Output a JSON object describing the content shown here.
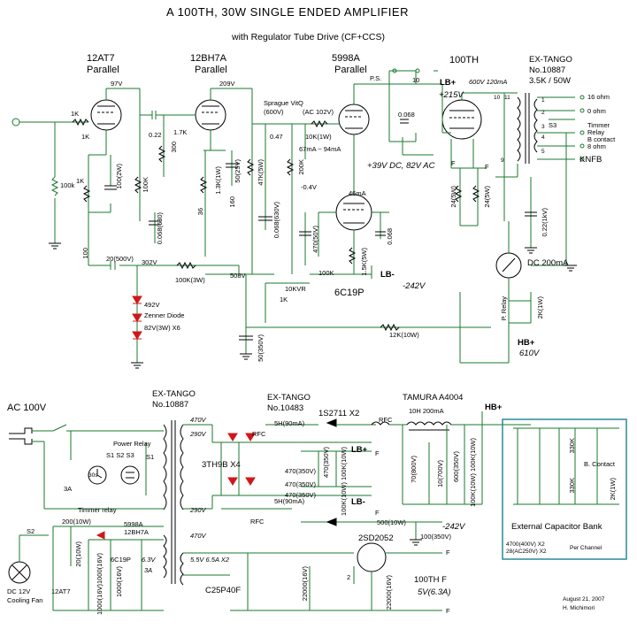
{
  "title": "A 100TH, 30W SINGLE ENDED AMPLIFIER",
  "subtitle": "with Regulator Tube Drive (CF+CCS)",
  "tubes": {
    "t1_name": "12AT7",
    "t1_sub": "Parallel",
    "t2_name": "12BH7A",
    "t2_sub": "Parallel",
    "t3_name": "5998A",
    "t3_sub": "Parallel",
    "t4_name": "100TH",
    "t5_name": "6C19P"
  },
  "transformer_top": {
    "name": "EX-TANGO",
    "model": "No.10887",
    "spec": "3.5K / 50W"
  },
  "outputs": {
    "o1": "16 ohm",
    "o2": "0 ohm",
    "o3": "Timmer",
    "o4": "Relay",
    "o5": "B contact",
    "o6": "8 ohm",
    "knfb": "KNFB",
    "s3": "S3"
  },
  "amp_labels": {
    "v97": "97V",
    "v209": "209V",
    "r1k_a": "1K",
    "r1k_b": "1K",
    "r1k_c": "1K",
    "r100k": "100k",
    "c022": "0.22",
    "r17k": "1.7K",
    "r100k2": "100K",
    "c047": "0.47",
    "r100kw": "100(2W)",
    "sprague": "Sprague VitQ",
    "sprague_v": "(600V)",
    "ac102": "(AC 102V)",
    "r10k1w": "10K(1W)",
    "r200k": "200K",
    "v_neg04": "-0.4V",
    "cur_67": "67mA ~ 94mA",
    "cur_46": "46mA",
    "c470_50": "470(50V)",
    "r15k5w": "1.5K(5W)",
    "c0068a": "0.068",
    "c0068b": "0.068",
    "ps": "P.S.",
    "r10": "10",
    "lb_plus": "LB+",
    "v215": "+215V",
    "v600": "600V 120mA",
    "v39": "+39V DC, 82V  AC",
    "f_a": "F",
    "f_b": "F",
    "r24k5w_a": "24(5W)",
    "r24k5w_b": "24(5W)",
    "c022_1k": "0.22(1kV)",
    "meter": "DC 200mA",
    "prelay": "P. Relay",
    "r2k1w": "2K(1W)",
    "hb_plus": "HB+",
    "v610": "610V",
    "r12k10w": "12K(10W)",
    "r100k_b": "100K",
    "r10kvr": "10KVR",
    "r1k_d": "1K",
    "lb_minus": "LB-",
    "v_neg242": "-242V",
    "c20_500": "20(500V)",
    "v302": "302V",
    "r100k3w": "100K(3W)",
    "v508": "508V",
    "r100": "100",
    "v492": "492V",
    "zener": "Zenner Diode",
    "zener2": "82V(3W) X6",
    "c50_350": "50(350V)",
    "r1k3_1w": "1.3K(1W)",
    "r36": "36",
    "c15_50": "50(25V)",
    "r160": "160",
    "c47k5w": "47K(5W)",
    "c0068_630": "0.068(630)",
    "c0068_600": "0.068(630V)",
    "r100k_d": "100K",
    "r100s": "100(2W)",
    "r300": "300",
    "n10": "10",
    "n11": "11",
    "n1": "1",
    "n2": "2",
    "n3": "3",
    "n4": "4",
    "n5": "5",
    "n9": "9"
  },
  "psu_labels": {
    "ac100": "AC 100V",
    "ex_tango": "EX-TANGO",
    "no10887": "No.10887",
    "v470a": "470V",
    "v290a": "290V",
    "rfc_a": "RFC",
    "rfc_b": "RFC",
    "rfc_c": "RFC",
    "diodes": "3TH9B X4",
    "v290b": "290V",
    "v470b": "470V",
    "ex_tango2": "EX-TANGO",
    "no10483": "No.10483",
    "l5h90": "5H(90mA)",
    "l5h90b": "5H(90mA)",
    "d1s2711": "1S2711 X2",
    "tamura": "TAMURA A4004",
    "l10h": "10H 200mA",
    "hb_plus2": "HB+",
    "c470_350a": "470(350V)",
    "c470_350b": "470(350V)",
    "c470_350c": "470(350V)",
    "c470_350d": "470(350V)",
    "r100k10w_a": "100K(10W)",
    "r100k10w_b": "100K(10W)",
    "lb_plus2": "LB+",
    "lb_minus2": "LB-",
    "v_neg242b": "-242V",
    "r500_10w": "500(10W)",
    "c100_350": "100(350V)",
    "c70_800": "70(800V)",
    "c10_700": "10(700V)",
    "c600_350": "600(350V)",
    "r100k10w_c": "100K(10W)",
    "r100k10w_d": "100K(10W)",
    "ext_bank": "External Capacitor Bank",
    "ext_c1": "4700(400V) X2",
    "ext_c2": "28(AC250V) X2",
    "ext_per": "Per Channel",
    "r330k_a": "330K",
    "r330k_b": "330K",
    "b_contact": "B. Contact",
    "r2k1w_b": "2K(1W)",
    "s1s2s3": "S1  S2  S3",
    "power_relay": "Power Relay",
    "s1": "S1",
    "timer_relay": "Timmer relay",
    "a3": "3A",
    "relay_30": "30s",
    "s2": "S2",
    "r200_10w": "200(10W)",
    "r20_10w": "20(10W)",
    "t5998": "5998A",
    "t12bh": "12BH7A",
    "t6c19": "6C19P",
    "v63": "6.3V",
    "a3b": "3A",
    "fan": "DC 12V",
    "fan2": "Cooling Fan",
    "t12at7": "12AT7",
    "c1000_16a": "1000(16V)",
    "c1000_16b": "1000(16V)",
    "c1000_16c": "1000(16V)",
    "v55": "5.5V 6.5A X2",
    "c25p40f": "C25P40F",
    "tr2sd": "2SD2052",
    "c22000_16": "22000(16V)",
    "c22000_16b": "22000(16V)",
    "r2": "2",
    "th_f": "100TH F",
    "th_v": "5V(6.3A)",
    "f1": "F",
    "f2": "F",
    "f3": "F",
    "f4": "F",
    "date": "August 21, 2007",
    "author": "H.  Michimori"
  },
  "colors": {
    "wire": "#1a7a2e",
    "box": "#2a8a9a",
    "ink": "#000000",
    "red": "#d01818",
    "bg": "#ffffff"
  }
}
